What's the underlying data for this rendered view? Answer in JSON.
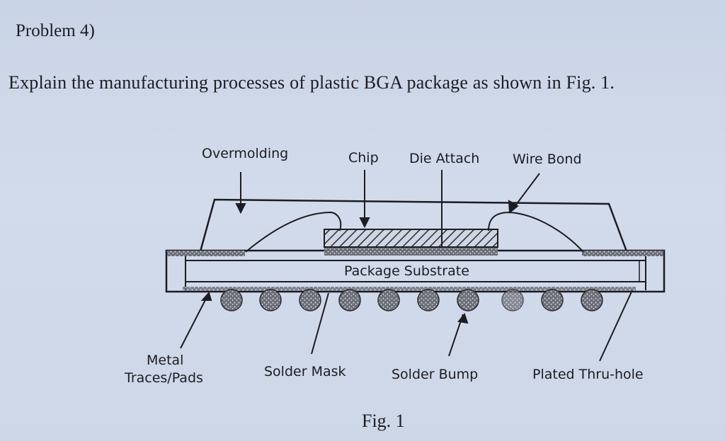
{
  "problem": {
    "title": "Problem 4)",
    "question": "Explain the manufacturing processes of plastic BGA package as shown in Fig. 1."
  },
  "figure": {
    "caption": "Fig. 1",
    "labels": {
      "overmolding": "Overmolding",
      "chip": "Chip",
      "die_attach": "Die Attach",
      "wire_bond": "Wire Bond",
      "package_substrate": "Package Substrate",
      "metal_traces_line1": "Metal",
      "metal_traces_line2": "Traces/Pads",
      "solder_mask": "Solder Mask",
      "solder_bump": "Solder Bump",
      "plated_thru_hole": "Plated Thru-hole"
    }
  }
}
